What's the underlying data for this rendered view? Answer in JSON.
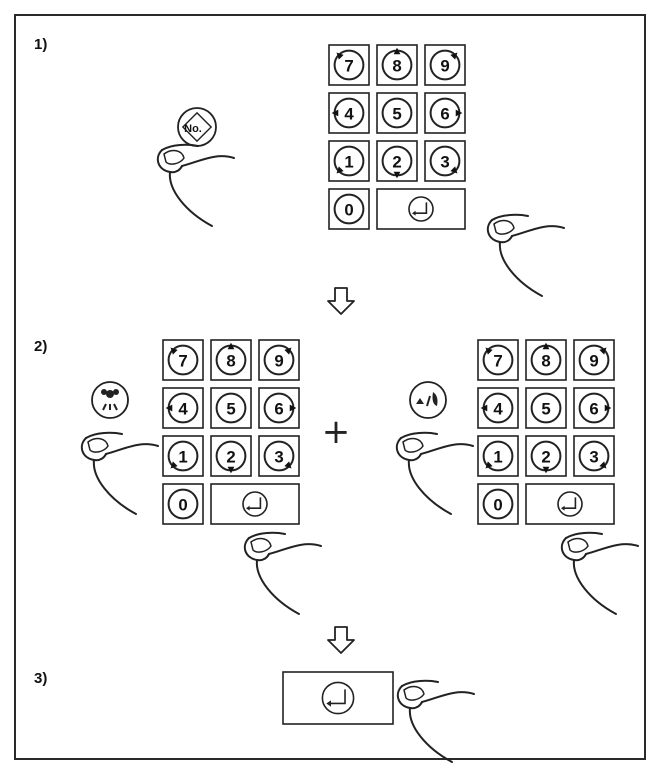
{
  "steps": [
    {
      "label": "1)"
    },
    {
      "label": "2)"
    },
    {
      "label": "3)"
    }
  ],
  "keypad": {
    "rows": [
      [
        "7",
        "8",
        "9"
      ],
      [
        "4",
        "5",
        "6"
      ],
      [
        "1",
        "2",
        "3"
      ]
    ],
    "zero": "0"
  },
  "no_button": {
    "label": "No.",
    "icon": "number-select-icon"
  },
  "plus_sign": "+",
  "icons": {
    "flower_mode": "flower-pattern-icon",
    "leaf_flower_mode": "leaf-flower-pattern-icon",
    "enter_key": "enter-icon",
    "down_arrow": "down-arrow-icon",
    "finger": "finger-icon"
  }
}
